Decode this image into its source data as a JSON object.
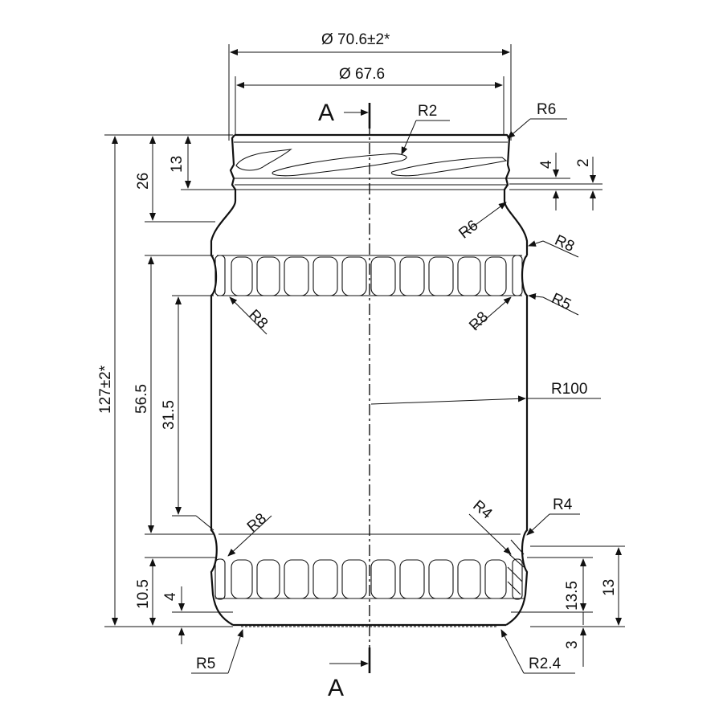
{
  "drawing": {
    "dimensions": {
      "outer_diameter": "Ø 70.6±2*",
      "thread_diameter": "Ø 67.6",
      "total_height": "127±2*",
      "finish_height": "26",
      "thread_height": "13",
      "bead_4": "4",
      "bead_2": "2",
      "label_height": "56.5",
      "label_panel": "31.5",
      "base_height": "10.5",
      "base_4": "4",
      "base_13_5": "13.5",
      "base_13": "13",
      "base_3": "3"
    },
    "radii": {
      "thread_r2": "R2",
      "lip_r6": "R6",
      "shoulder_r6": "R6",
      "shoulder_r8": "R8",
      "panel_r8_left": "R8",
      "panel_r8_right": "R8",
      "panel_r5": "R5",
      "body_r100": "R100",
      "heel_r8": "R8",
      "heel_r4_inner": "R4",
      "heel_r4_outer": "R4",
      "base_r5": "R5",
      "base_r2_4": "R2.4"
    },
    "section_labels": {
      "top": "A",
      "bottom": "A"
    }
  }
}
